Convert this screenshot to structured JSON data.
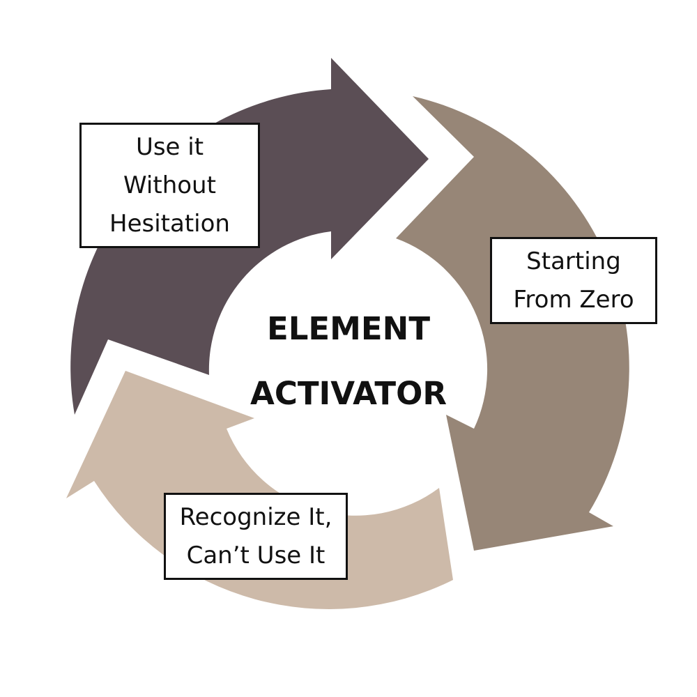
{
  "diagram": {
    "title_line1": "ELEMENT",
    "title_line2": "ACTIVATOR",
    "stages": [
      {
        "label": "Use it\nWithout\nHesitation",
        "color": "#5b4e55"
      },
      {
        "label": "Starting\nFrom Zero",
        "color": "#978677"
      },
      {
        "label": "Recognize It,\nCan’t Use It",
        "color": "#cdbaa9"
      }
    ]
  }
}
